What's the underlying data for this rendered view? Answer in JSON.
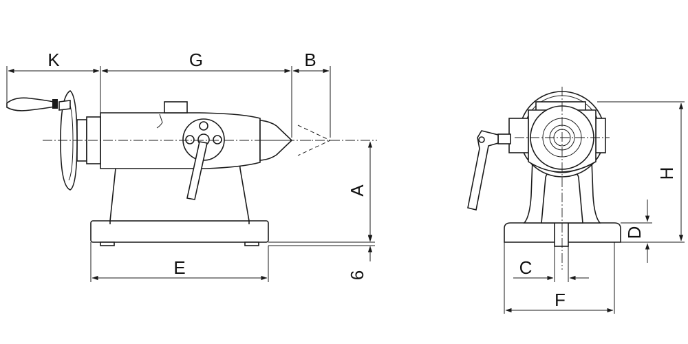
{
  "labels": {
    "K": "K",
    "G": "G",
    "B": "B",
    "A": "A",
    "six": "6",
    "E": "E",
    "H": "H",
    "D": "D",
    "C": "C",
    "F": "F"
  },
  "colors": {
    "line": "#1a1a1a",
    "background": "#ffffff"
  }
}
